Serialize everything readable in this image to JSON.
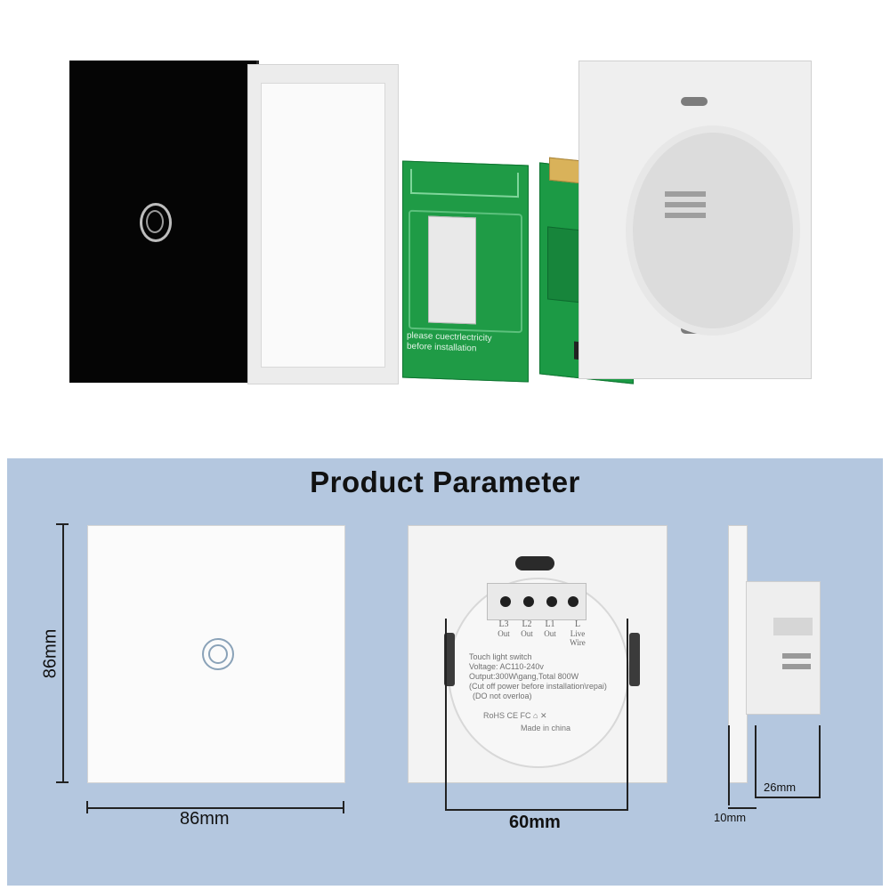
{
  "exploded_view": {
    "pcb_warning_line1": "please cuectrlectricity",
    "pcb_warning_line2": "before installation"
  },
  "panel": {
    "title": "Product Parameter",
    "background_color": "#b4c7df"
  },
  "dimensions": {
    "front_height": "86mm",
    "front_width": "86mm",
    "back_module_width": "60mm",
    "side_depth": "26mm",
    "side_panel_thickness": "10mm"
  },
  "back_label": {
    "terminals": [
      {
        "name": "L3",
        "sub": "Out"
      },
      {
        "name": "L2",
        "sub": "Out"
      },
      {
        "name": "L1",
        "sub": "Out"
      },
      {
        "name": "L",
        "sub": "Live Wire"
      }
    ],
    "line1": "Touch light switch",
    "line2": "Voltage: AC110-240v",
    "line3": "Output:300W\\gang,Total 800W",
    "line4": "(Cut off power before installation\\repai)",
    "line5": "(DO not overloa)",
    "certs": "RoHS   CE   FC   ⌂   ✕",
    "made_in": "Made in china"
  }
}
